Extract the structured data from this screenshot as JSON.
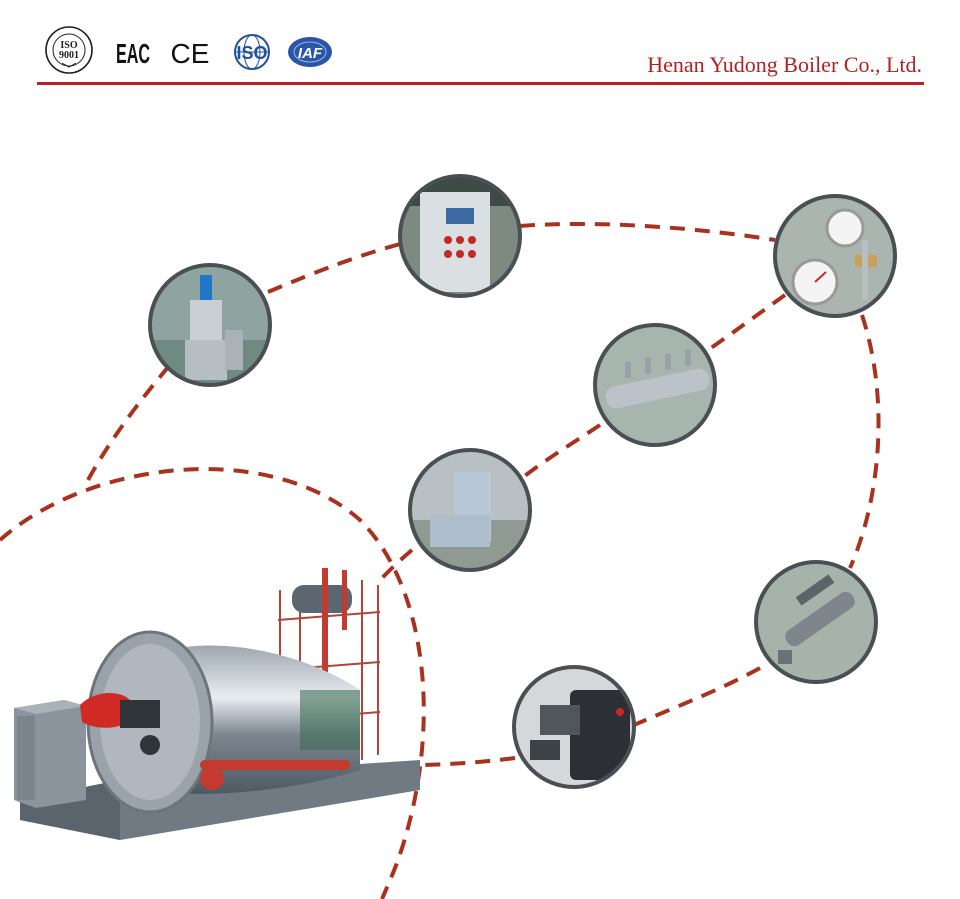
{
  "header": {
    "company_name": "Henan Yudong Boiler Co., Ltd.",
    "accent_color": "#b22222",
    "logos": [
      {
        "name": "iso-9001-seal-logo",
        "text_line1": "ISO",
        "text_line2": "9001"
      },
      {
        "name": "eac-mark-logo",
        "text": "EAC"
      },
      {
        "name": "ce-mark-logo",
        "text": "CE"
      },
      {
        "name": "iso-badge-logo",
        "text": "ISO"
      },
      {
        "name": "iaf-badge-logo",
        "text": "IAF"
      }
    ]
  },
  "diagram": {
    "dash_color": "#a8321e",
    "main_image": "steam-boiler-illustration",
    "components": [
      "safety-valve-photo",
      "control-cabinet-photo",
      "pressure-gauge-photo",
      "steam-header-photo",
      "water-tank-photo",
      "manifold-photo",
      "burner-photo"
    ]
  }
}
